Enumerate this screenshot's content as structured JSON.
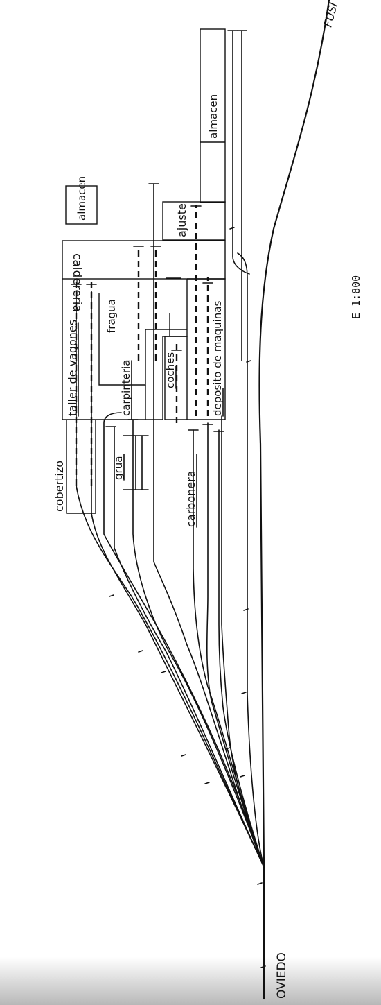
{
  "labels": {
    "fusion": "FUSI",
    "almacen_1": "almacen",
    "almacen_2": "almacen",
    "ajuste": "ajuste",
    "caldereria": "caldereria",
    "taller": "taller de vagones",
    "fragua": "fragua",
    "carpinteria": "carpinteria",
    "coches": "coches",
    "deposito": "deposito de maquinas",
    "grua": "grua",
    "cobertizo": "cobertizo",
    "carbonera": "carbonera",
    "oviedo": "OVIEDO",
    "scale": "E 1:800"
  },
  "colors": {
    "ink": "#111111",
    "paper": "#ffffff",
    "scan_edge": "#b8b8b8"
  }
}
